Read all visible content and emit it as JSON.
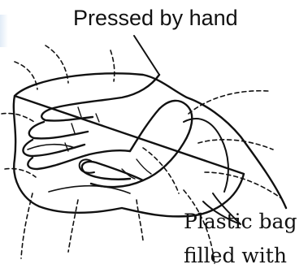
{
  "labels": {
    "top": "Pressed by hand",
    "bag_line1": "Plastic bag",
    "bag_line2": "filled with"
  },
  "colors": {
    "ink": "#111111",
    "background": "#ffffff"
  }
}
